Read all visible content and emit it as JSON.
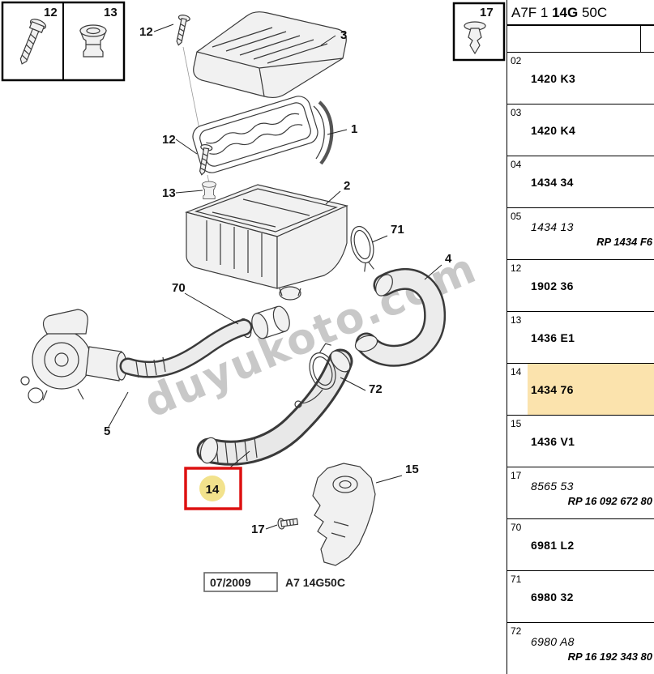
{
  "header": {
    "title_prefix": "A7F 1 ",
    "title_bold": "14G",
    "title_suffix": " 50C"
  },
  "watermark": "duyukoto.com",
  "footer": {
    "date": "07/2009",
    "code": "A7 14G50C"
  },
  "insets": {
    "screw_label": "12",
    "grommet_label": "13",
    "clip_label": "17"
  },
  "callouts": {
    "cover": "3",
    "filter": "1",
    "housing": "2",
    "hose_right": "4",
    "turbo": "5",
    "screw_top": "12",
    "screw_mid": "12",
    "grommet": "13",
    "hose_main": "14",
    "bracket": "15",
    "screw_bracket": "17",
    "seal": "70",
    "clamp": "71",
    "gasket": "72"
  },
  "colors": {
    "highlight_row": "#fbe3ad",
    "red_box": "#dd1111",
    "yellow_circle": "#f2e28c"
  },
  "table": {
    "rows": [
      {
        "ref": "02",
        "part": "1420 K3"
      },
      {
        "ref": "03",
        "part": "1420 K4"
      },
      {
        "ref": "04",
        "part": "1434 34"
      },
      {
        "ref": "05",
        "part": "1434 13",
        "italic": true,
        "rp": "RP 1434 F6"
      },
      {
        "ref": "12",
        "part": "1902 36"
      },
      {
        "ref": "13",
        "part": "1436 E1"
      },
      {
        "ref": "14",
        "part": "1434 76",
        "highlight": true
      },
      {
        "ref": "15",
        "part": "1436 V1"
      },
      {
        "ref": "17",
        "part": "8565 53",
        "italic": true,
        "rp": "RP 16 092 672 80"
      },
      {
        "ref": "70",
        "part": "6981 L2"
      },
      {
        "ref": "71",
        "part": "6980 32"
      },
      {
        "ref": "72",
        "part": "6980 A8",
        "italic": true,
        "rp": "RP 16 192 343 80"
      }
    ]
  }
}
